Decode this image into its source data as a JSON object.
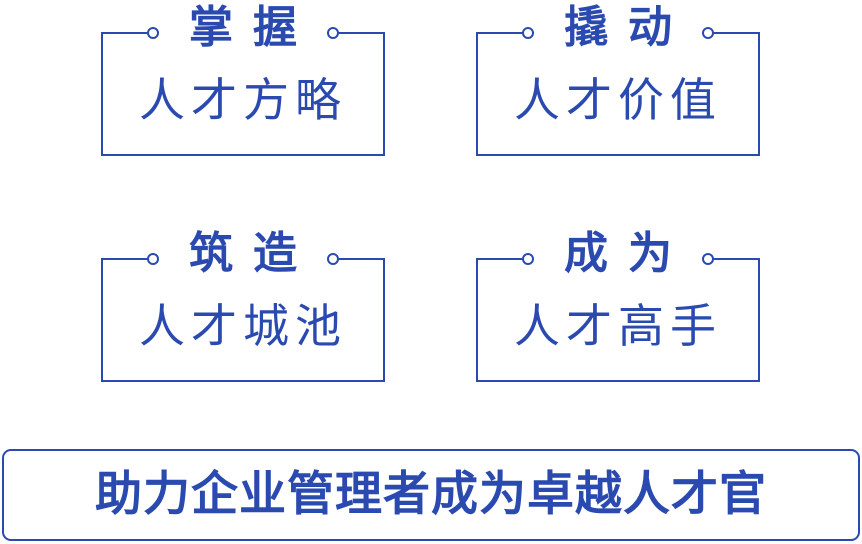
{
  "cards": [
    {
      "title": "掌握",
      "subtitle": "人才方略"
    },
    {
      "title": "撬动",
      "subtitle": "人才价值"
    },
    {
      "title": "筑造",
      "subtitle": "人才城池"
    },
    {
      "title": "成为",
      "subtitle": "人才高手"
    }
  ],
  "banner": "助力企业管理者成为卓越人才官",
  "colors": {
    "accent": "#2a4ab0"
  }
}
